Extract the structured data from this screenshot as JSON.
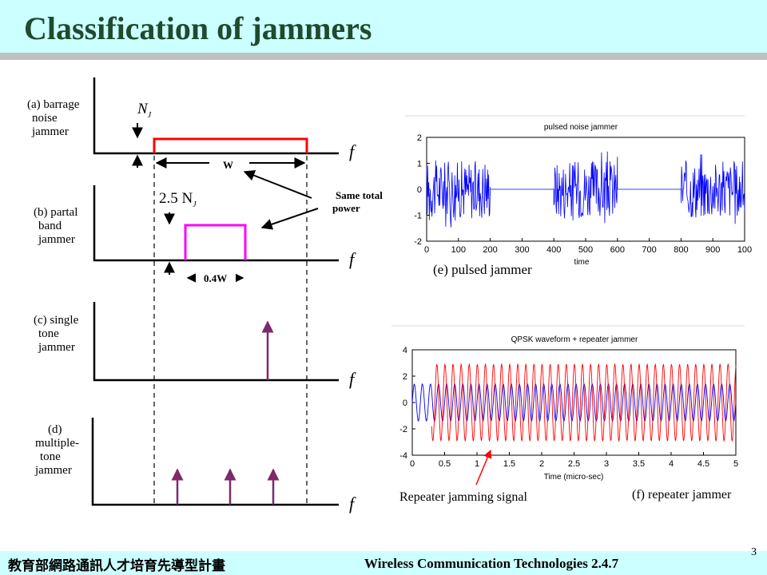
{
  "slide": {
    "title": "Classification of jammers",
    "footer_org": "教育部網路通訊人才培育先導型計畫",
    "footer_course": "Wireless Communication Technologies    2.4.7",
    "page_number": "3"
  },
  "left_panels": {
    "a_label": [
      "(a) barrage",
      "noise",
      "jammer"
    ],
    "b_label": [
      "(b) partal",
      "band",
      "jammer"
    ],
    "c_label": [
      "(c) single",
      "tone",
      "jammer"
    ],
    "d_label": [
      "(d)",
      "multiple-",
      "tone",
      "jammer"
    ],
    "nj": "N",
    "nj_sub": "J",
    "nj_25": "2.5 N",
    "width_w": "W",
    "width_04w": "0.4W",
    "freq": "f",
    "same_power": [
      "Same total",
      "power"
    ]
  },
  "pulsed_plot": {
    "caption": "(e) pulsed  jammer",
    "chart_data": {
      "type": "line",
      "title": "pulsed noise jammer",
      "xlabel": "time",
      "ylabel": "",
      "xlim": [
        0,
        1000
      ],
      "ylim": [
        -2,
        2
      ],
      "x_ticks": [
        "0",
        "100",
        "200",
        "300",
        "400",
        "500",
        "600",
        "700",
        "800",
        "900",
        "100"
      ],
      "y_ticks": [
        "2",
        "1",
        "0",
        "-1",
        "-2"
      ],
      "segments": [
        {
          "state": "noise",
          "x": [
            0,
            200
          ],
          "amplitude": 1.6
        },
        {
          "state": "off",
          "x": [
            200,
            400
          ],
          "amplitude": 0
        },
        {
          "state": "noise",
          "x": [
            400,
            600
          ],
          "amplitude": 1.6
        },
        {
          "state": "off",
          "x": [
            600,
            800
          ],
          "amplitude": 0
        },
        {
          "state": "noise",
          "x": [
            800,
            1000
          ],
          "amplitude": 1.6
        }
      ],
      "color": "#0000ff"
    }
  },
  "repeater_plot": {
    "caption": "(f) repeater  jammer",
    "annotation": "Repeater jamming signal",
    "chart_data": {
      "type": "line",
      "title": "QPSK waveform + repeater jammer",
      "xlabel": "Time (micro-sec)",
      "ylabel": "",
      "xlim": [
        0,
        5
      ],
      "ylim": [
        -4,
        4
      ],
      "x_ticks": [
        "0",
        "0.5",
        "1",
        "1.5",
        "2",
        "2.5",
        "3",
        "3.5",
        "4",
        "4.5",
        "5"
      ],
      "y_ticks": [
        "4",
        "2",
        "0",
        "-2",
        "-4"
      ],
      "series": [
        {
          "name": "",
          "color": "#0000ff",
          "amplitude": 1.4,
          "start": 0,
          "cycles_per_us": 8
        },
        {
          "name": "",
          "color": "#ff0000",
          "amplitude": 2.9,
          "start": 0.3,
          "cycles_per_us": 8
        }
      ]
    }
  },
  "colors": {
    "header_bg": "#ccffff",
    "title": "#1f4a2e",
    "barrage": "#ff0000",
    "partial": "#ff00ff",
    "tone": "#7b2a6b"
  }
}
